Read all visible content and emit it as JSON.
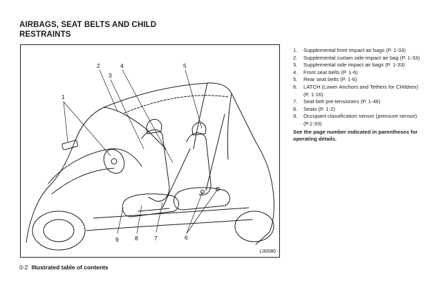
{
  "header": {
    "title_line1": "AIRBAGS, SEAT BELTS AND CHILD",
    "title_line2": "RESTRAINTS"
  },
  "figure": {
    "id": "LII0080",
    "callouts": {
      "c1": "1",
      "c2": "2",
      "c3": "3",
      "c4": "4",
      "c5": "5",
      "c6": "6",
      "c7": "7",
      "c8": "8",
      "c9": "9"
    }
  },
  "legend": {
    "items": [
      {
        "num": "1.",
        "text": "Supplemental front impact air bags (P. 1-33)"
      },
      {
        "num": "2.",
        "text": "Supplemental curtain side-impact air bag (P. 1-33)"
      },
      {
        "num": "3.",
        "text": "Supplemental side impact air bags (P. 1-33)"
      },
      {
        "num": "4.",
        "text": "Front seat belts (P. 1-6)"
      },
      {
        "num": "5.",
        "text": "Rear seat belts (P. 1-6)"
      },
      {
        "num": "6.",
        "text": "LATCH (Lower Anchors and Tethers for CHildren) (P. 1-16)"
      },
      {
        "num": "7.",
        "text": "Seat belt pre-tensioners (P. 1-46)"
      },
      {
        "num": "8.",
        "text": "Seats (P. 1-2)"
      },
      {
        "num": "9.",
        "text": "Occupant classification sensor (pressure sensor) (P.1-33)"
      }
    ],
    "note": "See the page number indicated in parentheses for operating details."
  },
  "footer": {
    "page_number": "0-2",
    "section": "Illustrated table of contents"
  }
}
